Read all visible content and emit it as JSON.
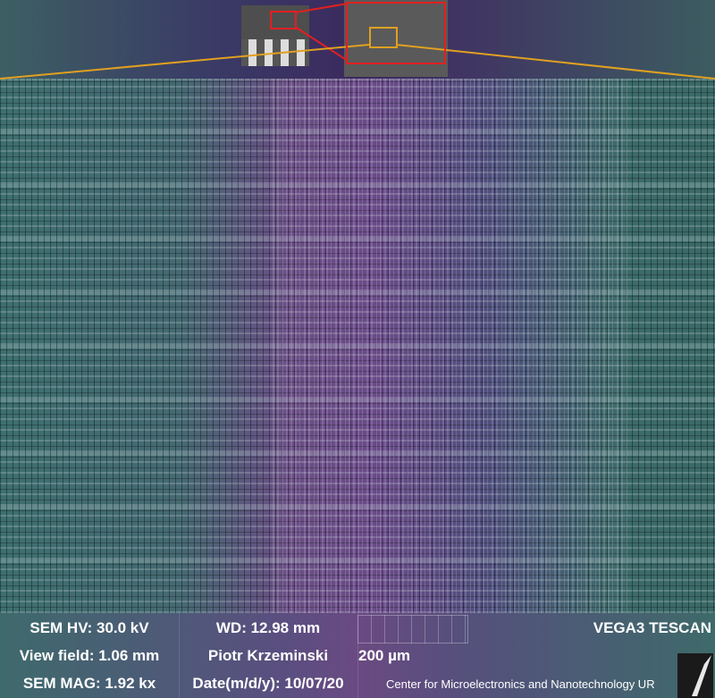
{
  "info_bar": {
    "hv": "SEM HV: 30.0 kV",
    "view_field": "View field: 1.06 mm",
    "mag": "SEM MAG: 1.92 kx",
    "wd": "WD: 12.98 mm",
    "operator": "Piotr Krzeminski",
    "date": "Date(m/d/y): 10/07/20",
    "scale_label": "200 µm",
    "instrument": "VEGA3 TESCAN",
    "institution": "Center for Microelectronics and Nanotechnology UR"
  },
  "colors": {
    "zoom_frame": "#e02020",
    "zoom_lines": "#e0a020"
  }
}
